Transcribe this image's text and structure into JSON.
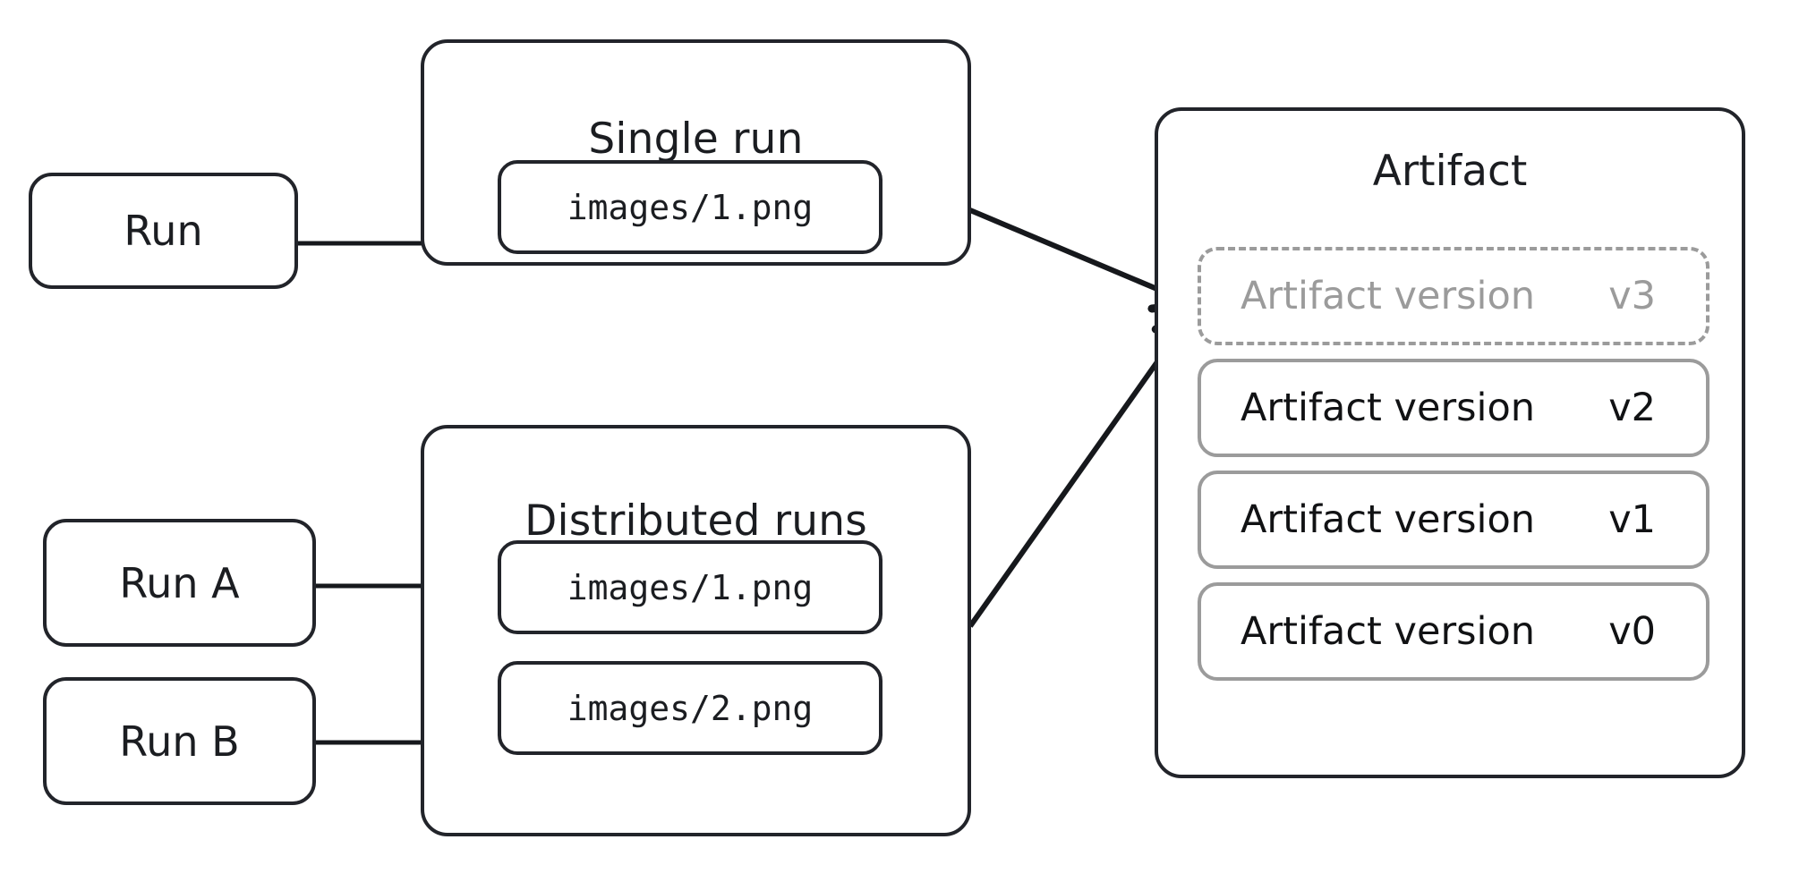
{
  "diagram": {
    "title": "Artifact versioning and run logging diagram",
    "colors": {
      "stroke_dark": "#22242a",
      "stroke_gray": "#9b9b9b",
      "text_dark": "#1b1d21",
      "text_gray": "#9b9b9b",
      "background": "#ffffff"
    }
  },
  "runs": {
    "single": {
      "label": "Run"
    },
    "distributed": [
      {
        "label": "Run A"
      },
      {
        "label": "Run B"
      }
    ]
  },
  "groups": {
    "single_run": {
      "title": "Single run",
      "files": [
        {
          "path": "images/1.png"
        }
      ]
    },
    "distributed_runs": {
      "title": "Distributed runs",
      "files": [
        {
          "path": "images/1.png"
        },
        {
          "path": "images/2.png"
        }
      ]
    }
  },
  "artifact": {
    "title": "Artifact",
    "versions": [
      {
        "name": "Artifact version",
        "tag": "v3",
        "state": "pending"
      },
      {
        "name": "Artifact version",
        "tag": "v2",
        "state": "committed"
      },
      {
        "name": "Artifact version",
        "tag": "v1",
        "state": "committed"
      },
      {
        "name": "Artifact version",
        "tag": "v0",
        "state": "committed"
      }
    ]
  },
  "connections": [
    {
      "from": "Run",
      "to": "images/1.png (single run)"
    },
    {
      "from": "Run A",
      "to": "images/1.png (distributed runs)"
    },
    {
      "from": "Run B",
      "to": "images/2.png (distributed runs)"
    },
    {
      "from": "Single run",
      "to": "Artifact version v3"
    },
    {
      "from": "Distributed runs",
      "to": "Artifact version v3"
    }
  ]
}
